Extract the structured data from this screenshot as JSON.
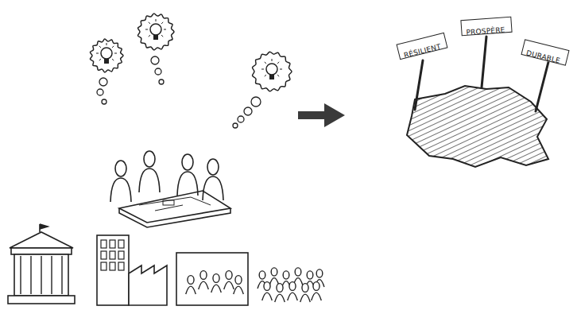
{
  "diagram": {
    "nodes": [
      {
        "text": [
          "RÉSILIENT"
        ]
      },
      {
        "text": [
          "PROSPÈRE"
        ]
      },
      {
        "text": [
          "DURABLE"
        ]
      }
    ]
  }
}
